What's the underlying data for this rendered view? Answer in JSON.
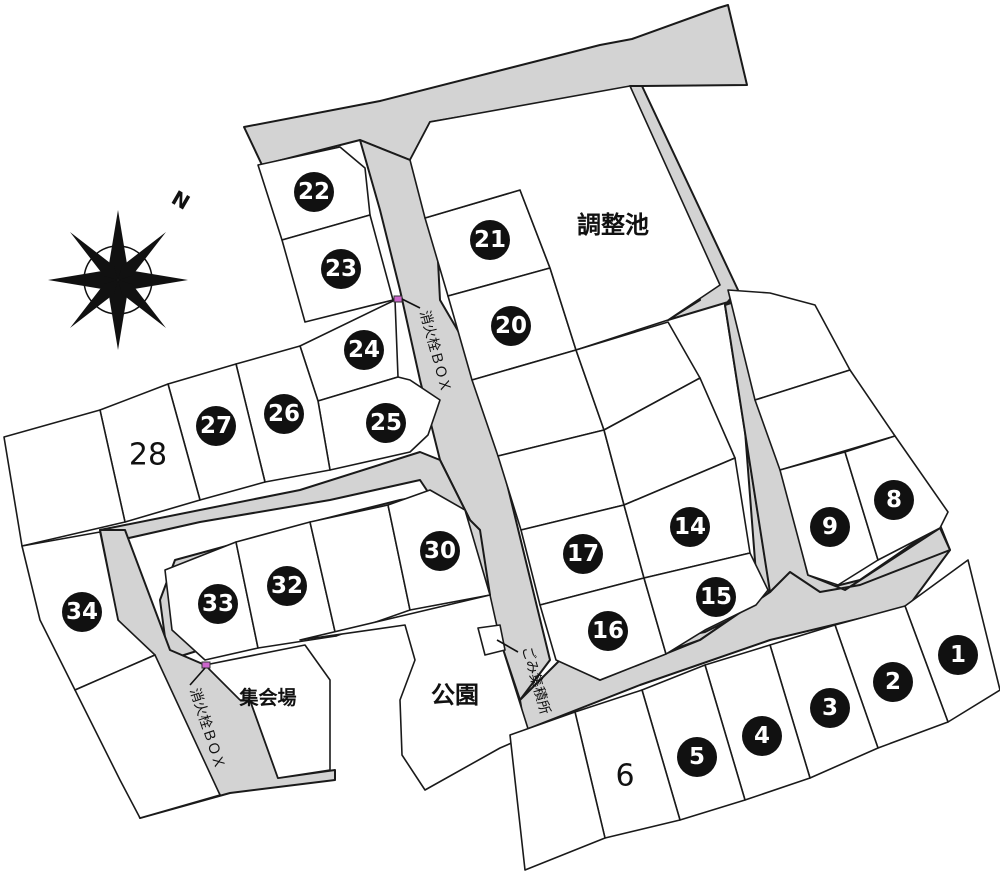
{
  "map": {
    "compass": {
      "icon": "compass-rose-icon",
      "north_label": "N"
    },
    "facilities": {
      "pond": "調整池",
      "park": "公園",
      "meeting_hall": "集会場"
    },
    "annotations": {
      "hydrant_upper": "消火栓ＢＯＸ",
      "hydrant_lower": "消火栓ＢＯＸ",
      "garbage": "ごみ集積所"
    },
    "lots": [
      {
        "id": "1",
        "label": "1",
        "style": "filled"
      },
      {
        "id": "2",
        "label": "2",
        "style": "filled"
      },
      {
        "id": "3",
        "label": "3",
        "style": "filled"
      },
      {
        "id": "4",
        "label": "4",
        "style": "filled"
      },
      {
        "id": "5",
        "label": "5",
        "style": "filled"
      },
      {
        "id": "6",
        "label": "6",
        "style": "plain"
      },
      {
        "id": "8",
        "label": "8",
        "style": "filled"
      },
      {
        "id": "9",
        "label": "9",
        "style": "filled"
      },
      {
        "id": "14",
        "label": "14",
        "style": "filled"
      },
      {
        "id": "15",
        "label": "15",
        "style": "filled"
      },
      {
        "id": "16",
        "label": "16",
        "style": "filled"
      },
      {
        "id": "17",
        "label": "17",
        "style": "filled"
      },
      {
        "id": "20",
        "label": "20",
        "style": "filled"
      },
      {
        "id": "21",
        "label": "21",
        "style": "filled"
      },
      {
        "id": "22",
        "label": "22",
        "style": "filled"
      },
      {
        "id": "23",
        "label": "23",
        "style": "filled"
      },
      {
        "id": "24",
        "label": "24",
        "style": "filled"
      },
      {
        "id": "25",
        "label": "25",
        "style": "filled"
      },
      {
        "id": "26",
        "label": "26",
        "style": "filled"
      },
      {
        "id": "27",
        "label": "27",
        "style": "filled"
      },
      {
        "id": "28",
        "label": "28",
        "style": "plain"
      },
      {
        "id": "30",
        "label": "30",
        "style": "filled"
      },
      {
        "id": "32",
        "label": "32",
        "style": "filled"
      },
      {
        "id": "33",
        "label": "33",
        "style": "filled"
      },
      {
        "id": "34",
        "label": "34",
        "style": "filled"
      }
    ],
    "colors": {
      "road": "#d3d3d3",
      "lot": "#ffffff",
      "outline": "#1a1a1a",
      "badge": "#111111",
      "hydrant": "#cc66cc"
    }
  }
}
